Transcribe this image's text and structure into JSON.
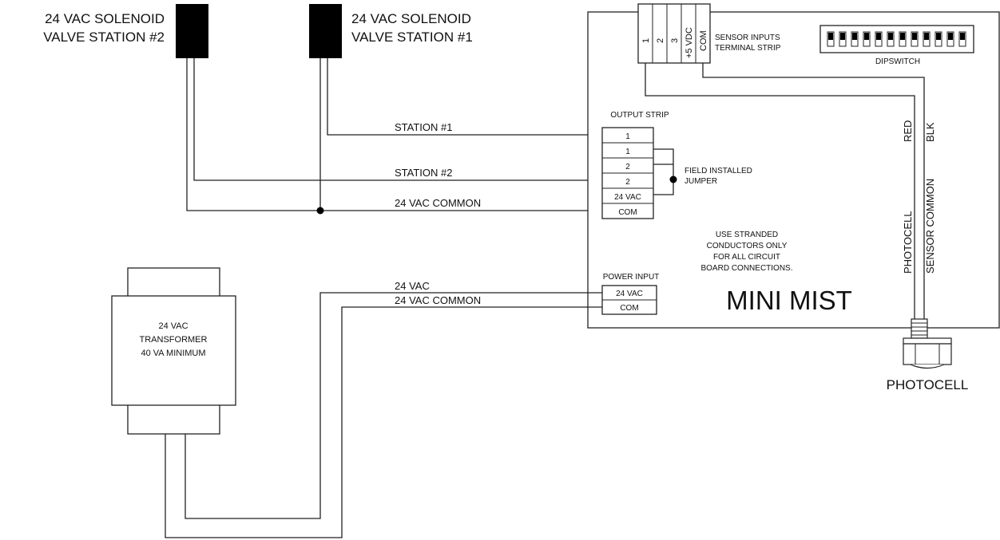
{
  "valves": {
    "station2_line1": "24 VAC SOLENOID",
    "station2_line2": "VALVE STATION #2",
    "station1_line1": "24 VAC SOLENOID",
    "station1_line2": "VALVE STATION #1"
  },
  "wires": {
    "station1": "STATION #1",
    "station2": "STATION #2",
    "common_top": "24 VAC COMMON",
    "power_24vac": "24 VAC",
    "power_common": "24 VAC COMMON",
    "red": "RED",
    "blk": "BLK",
    "photocell": "PHOTOCELL",
    "sensor_common": "SENSOR COMMON"
  },
  "controller": {
    "title": "MINI MIST",
    "note_lines": [
      "USE STRANDED",
      "CONDUCTORS ONLY",
      "FOR ALL CIRCUIT",
      "BOARD CONNECTIONS."
    ]
  },
  "sensor_strip": {
    "label_line1": "SENSOR INPUTS",
    "label_line2": "TERMINAL STRIP",
    "terminals": [
      "1",
      "2",
      "3",
      "+5 VDC",
      "COM"
    ]
  },
  "dipswitch": {
    "label": "DIPSWITCH",
    "switch_count": 12
  },
  "output_strip": {
    "label": "OUTPUT STRIP",
    "terminals": [
      "1",
      "1",
      "2",
      "2",
      "24 VAC",
      "COM"
    ]
  },
  "jumper": {
    "label_line1": "FIELD INSTALLED",
    "label_line2": "JUMPER"
  },
  "power_input": {
    "label": "POWER INPUT",
    "terminals": [
      "24 VAC",
      "COM"
    ]
  },
  "transformer": {
    "line1": "24 VAC",
    "line2": "TRANSFORMER",
    "line3": "40 VA MINIMUM"
  },
  "photocell": {
    "label": "PHOTOCELL"
  }
}
